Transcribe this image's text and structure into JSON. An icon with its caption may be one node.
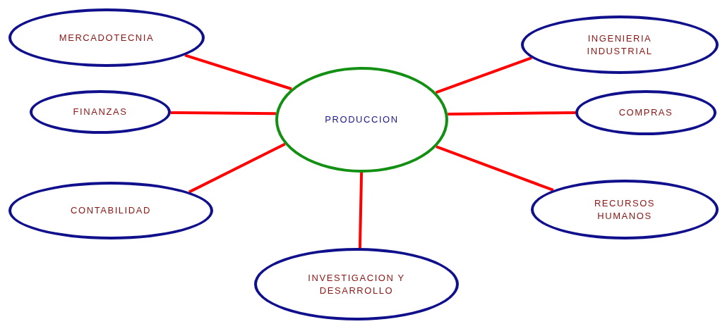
{
  "diagram": {
    "nodes": [
      {
        "text": [
          "MERCADOTECNIA"
        ]
      },
      {
        "text": [
          "INGENIERIA INDUSTRIAL"
        ]
      },
      {
        "text": [
          "FINANZAS"
        ]
      },
      {
        "text": [
          "PRODUCCION"
        ]
      },
      {
        "text": [
          "COMPRAS"
        ]
      },
      {
        "text": [
          "CONTABILIDAD"
        ]
      },
      {
        "text": [
          "RECURSOS HUMANOS"
        ]
      },
      {
        "text": [
          "INVESTIGACION Y DESARROLLO"
        ]
      }
    ],
    "edges": [
      {
        "from": 3,
        "to": 0,
        "arrow": "none"
      },
      {
        "from": 3,
        "to": 1,
        "arrow": "none"
      },
      {
        "from": 3,
        "to": 2,
        "arrow": "none"
      },
      {
        "from": 3,
        "to": 4,
        "arrow": "none"
      },
      {
        "from": 3,
        "to": 5,
        "arrow": "none"
      },
      {
        "from": 3,
        "to": 6,
        "arrow": "none"
      },
      {
        "from": 3,
        "to": 7,
        "arrow": "none"
      }
    ]
  }
}
